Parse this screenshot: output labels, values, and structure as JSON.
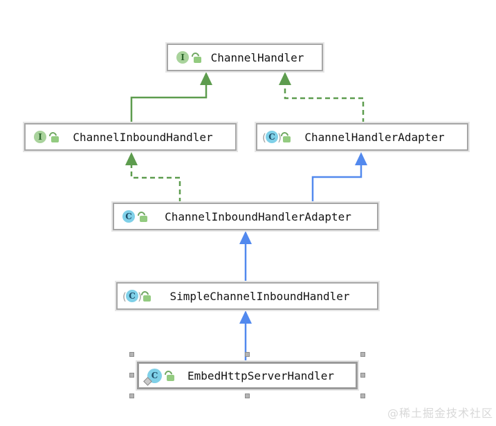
{
  "diagram": {
    "tool": "uml-class-diagram",
    "nodes": [
      {
        "id": "ChannelHandler",
        "label": "ChannelHandler",
        "kind": "interface",
        "type_letter": "I",
        "visibility": "public"
      },
      {
        "id": "ChannelInboundHandler",
        "label": "ChannelInboundHandler",
        "kind": "interface",
        "type_letter": "I",
        "visibility": "public"
      },
      {
        "id": "ChannelHandlerAdapter",
        "label": "ChannelHandlerAdapter",
        "kind": "abstract-class",
        "type_letter": "C",
        "visibility": "public"
      },
      {
        "id": "ChannelInboundHandlerAdapter",
        "label": "ChannelInboundHandlerAdapter",
        "kind": "class",
        "type_letter": "C",
        "visibility": "public"
      },
      {
        "id": "SimpleChannelInboundHandler",
        "label": "SimpleChannelInboundHandler",
        "kind": "abstract-class",
        "type_letter": "C",
        "visibility": "public"
      },
      {
        "id": "EmbedHttpServerHandler",
        "label": "EmbedHttpServerHandler",
        "kind": "class",
        "type_letter": "C",
        "visibility": "public",
        "selected": true,
        "overlay": "key"
      }
    ],
    "edges": [
      {
        "from": "ChannelInboundHandler",
        "to": "ChannelHandler",
        "relation": "extends",
        "line": "solid",
        "color": "#5d9c4e"
      },
      {
        "from": "ChannelHandlerAdapter",
        "to": "ChannelHandler",
        "relation": "implements",
        "line": "dashed",
        "color": "#5d9c4e"
      },
      {
        "from": "ChannelInboundHandlerAdapter",
        "to": "ChannelInboundHandler",
        "relation": "implements",
        "line": "dashed",
        "color": "#5d9c4e"
      },
      {
        "from": "ChannelInboundHandlerAdapter",
        "to": "ChannelHandlerAdapter",
        "relation": "extends",
        "line": "solid",
        "color": "#5289ee"
      },
      {
        "from": "SimpleChannelInboundHandler",
        "to": "ChannelInboundHandlerAdapter",
        "relation": "extends",
        "line": "solid",
        "color": "#5289ee"
      },
      {
        "from": "EmbedHttpServerHandler",
        "to": "SimpleChannelInboundHandler",
        "relation": "extends",
        "line": "solid",
        "color": "#5289ee"
      }
    ],
    "colors": {
      "interface_icon_bg": "#a9d39c",
      "interface_icon_letter": "#2c662d",
      "class_icon_bg": "#7fd0e8",
      "class_icon_letter": "#1d4b66",
      "lock_green": "#93cb80",
      "extends_green": "#5d9c4e",
      "extends_blue": "#5289ee",
      "box_border": "#a6a6a6"
    },
    "watermark": "@稀土掘金技术社区"
  }
}
